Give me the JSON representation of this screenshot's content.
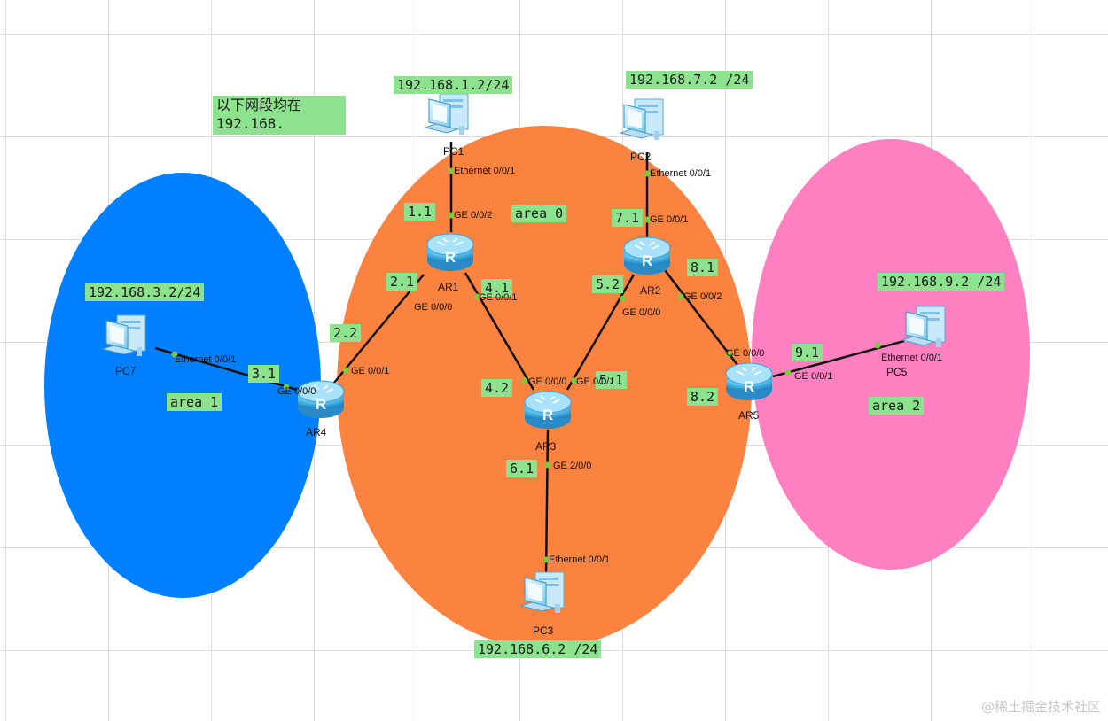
{
  "areas": {
    "area1": {
      "label": "area 1",
      "color": "#0080ff"
    },
    "area0": {
      "label": "area 0",
      "color": "#fc823f"
    },
    "area2": {
      "label": "area 2",
      "color": "#ff80c0"
    }
  },
  "note": {
    "line1": "以下网段均在",
    "line2": "192.168."
  },
  "pc_subnets": {
    "pc1": "192.168.1.2/24",
    "pc2": "192.168.7.2 /24",
    "pc7": "192.168.3.2/24",
    "pc5": "192.168.9.2 /24",
    "pc3": "192.168.6.2 /24"
  },
  "link_ips": {
    "ar1_pc1": "1.1",
    "ar1_ar4": "2.1",
    "ar4_ar1": "2.2",
    "ar4_pc7": "3.1",
    "ar1_ar3": "4.1",
    "ar3_ar1": "4.2",
    "ar2_ar3": "5.2",
    "ar3_ar2": "5.1",
    "ar3_pc3": "6.1",
    "ar2_pc2": "7.1",
    "ar2_ar5": "8.1",
    "ar5_ar2": "8.2",
    "ar5_pc5": "9.1"
  },
  "devices": {
    "pc1": "PC1",
    "pc2": "PC2",
    "pc3": "PC3",
    "pc5": "PC5",
    "pc7": "PC7",
    "ar1": "AR1",
    "ar2": "AR2",
    "ar3": "AR3",
    "ar4": "AR4",
    "ar5": "AR5"
  },
  "ports": {
    "pc1_eth": "Ethernet 0/0/1",
    "ar1_ge002": "GE 0/0/2",
    "ar1_ge000": "GE 0/0/0",
    "ar1_ge001": "GE 0/0/1",
    "pc2_eth": "Ethernet 0/0/1",
    "ar2_ge001": "GE 0/0/1",
    "ar2_ge000": "GE 0/0/0",
    "ar2_ge002": "GE 0/0/2",
    "pc7_eth": "Ethernet 0/0/1",
    "ar4_ge000": "GE 0/0/0",
    "ar4_ge001": "GE 0/0/1",
    "ar3_ge000": "GE 0/0/0",
    "ar3_ge001": "GE 0/0/1",
    "ar3_ge200": "GE 2/0/0",
    "pc3_eth": "Ethernet 0/0/1",
    "ar5_ge000": "GE 0/0/0",
    "ar5_ge001": "GE 0/0/1",
    "pc5_eth": "Ethernet 0/0/1"
  },
  "watermark": "@稀土掘金技术社区",
  "icons": {
    "router": "router-icon",
    "pc": "pc-icon"
  }
}
